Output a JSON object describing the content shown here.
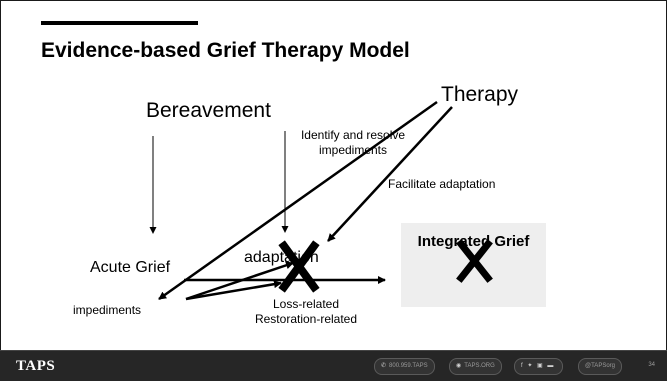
{
  "slide": {
    "title": "Evidence-based Grief Therapy Model"
  },
  "diagram": {
    "bereavement": "Bereavement",
    "therapy": "Therapy",
    "identify_resolve": "Identify and resolve impediments",
    "facilitate": "Facilitate adaptation",
    "acute_grief": "Acute Grief",
    "adaptation": "adaptation",
    "impediments": "impediments",
    "loss_related": "Loss-related",
    "restoration_related": "Restoration-related",
    "integrated_grief": "Integrated Grief"
  },
  "footer": {
    "logo": "TAPS",
    "phone": "800.959.TAPS",
    "website": "TAPS.ORG",
    "social_icons": [
      "facebook-icon",
      "twitter-icon",
      "instagram-icon",
      "youtube-icon"
    ],
    "handle": "@TAPSorg",
    "page_number": "34"
  }
}
